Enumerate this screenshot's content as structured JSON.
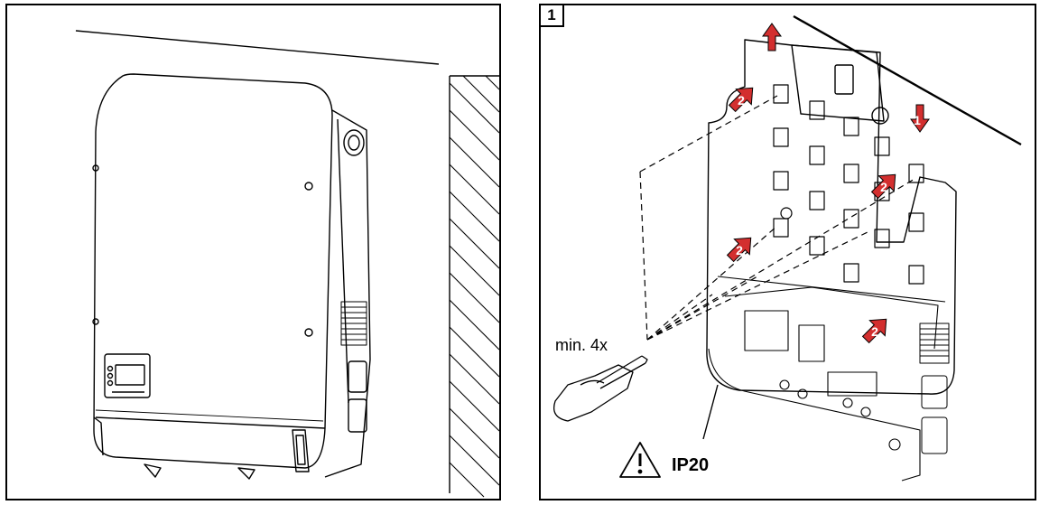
{
  "figure": {
    "step_number": "1",
    "drill_note": "min. 4x",
    "protection_rating": "IP20",
    "colors": {
      "line": "#000000",
      "arrow_red": "#d32f2f",
      "background": "#ffffff"
    },
    "icons": [
      "warning-icon",
      "hand-with-pencil-icon",
      "mounting-bracket-icon",
      "inverter-icon"
    ]
  }
}
